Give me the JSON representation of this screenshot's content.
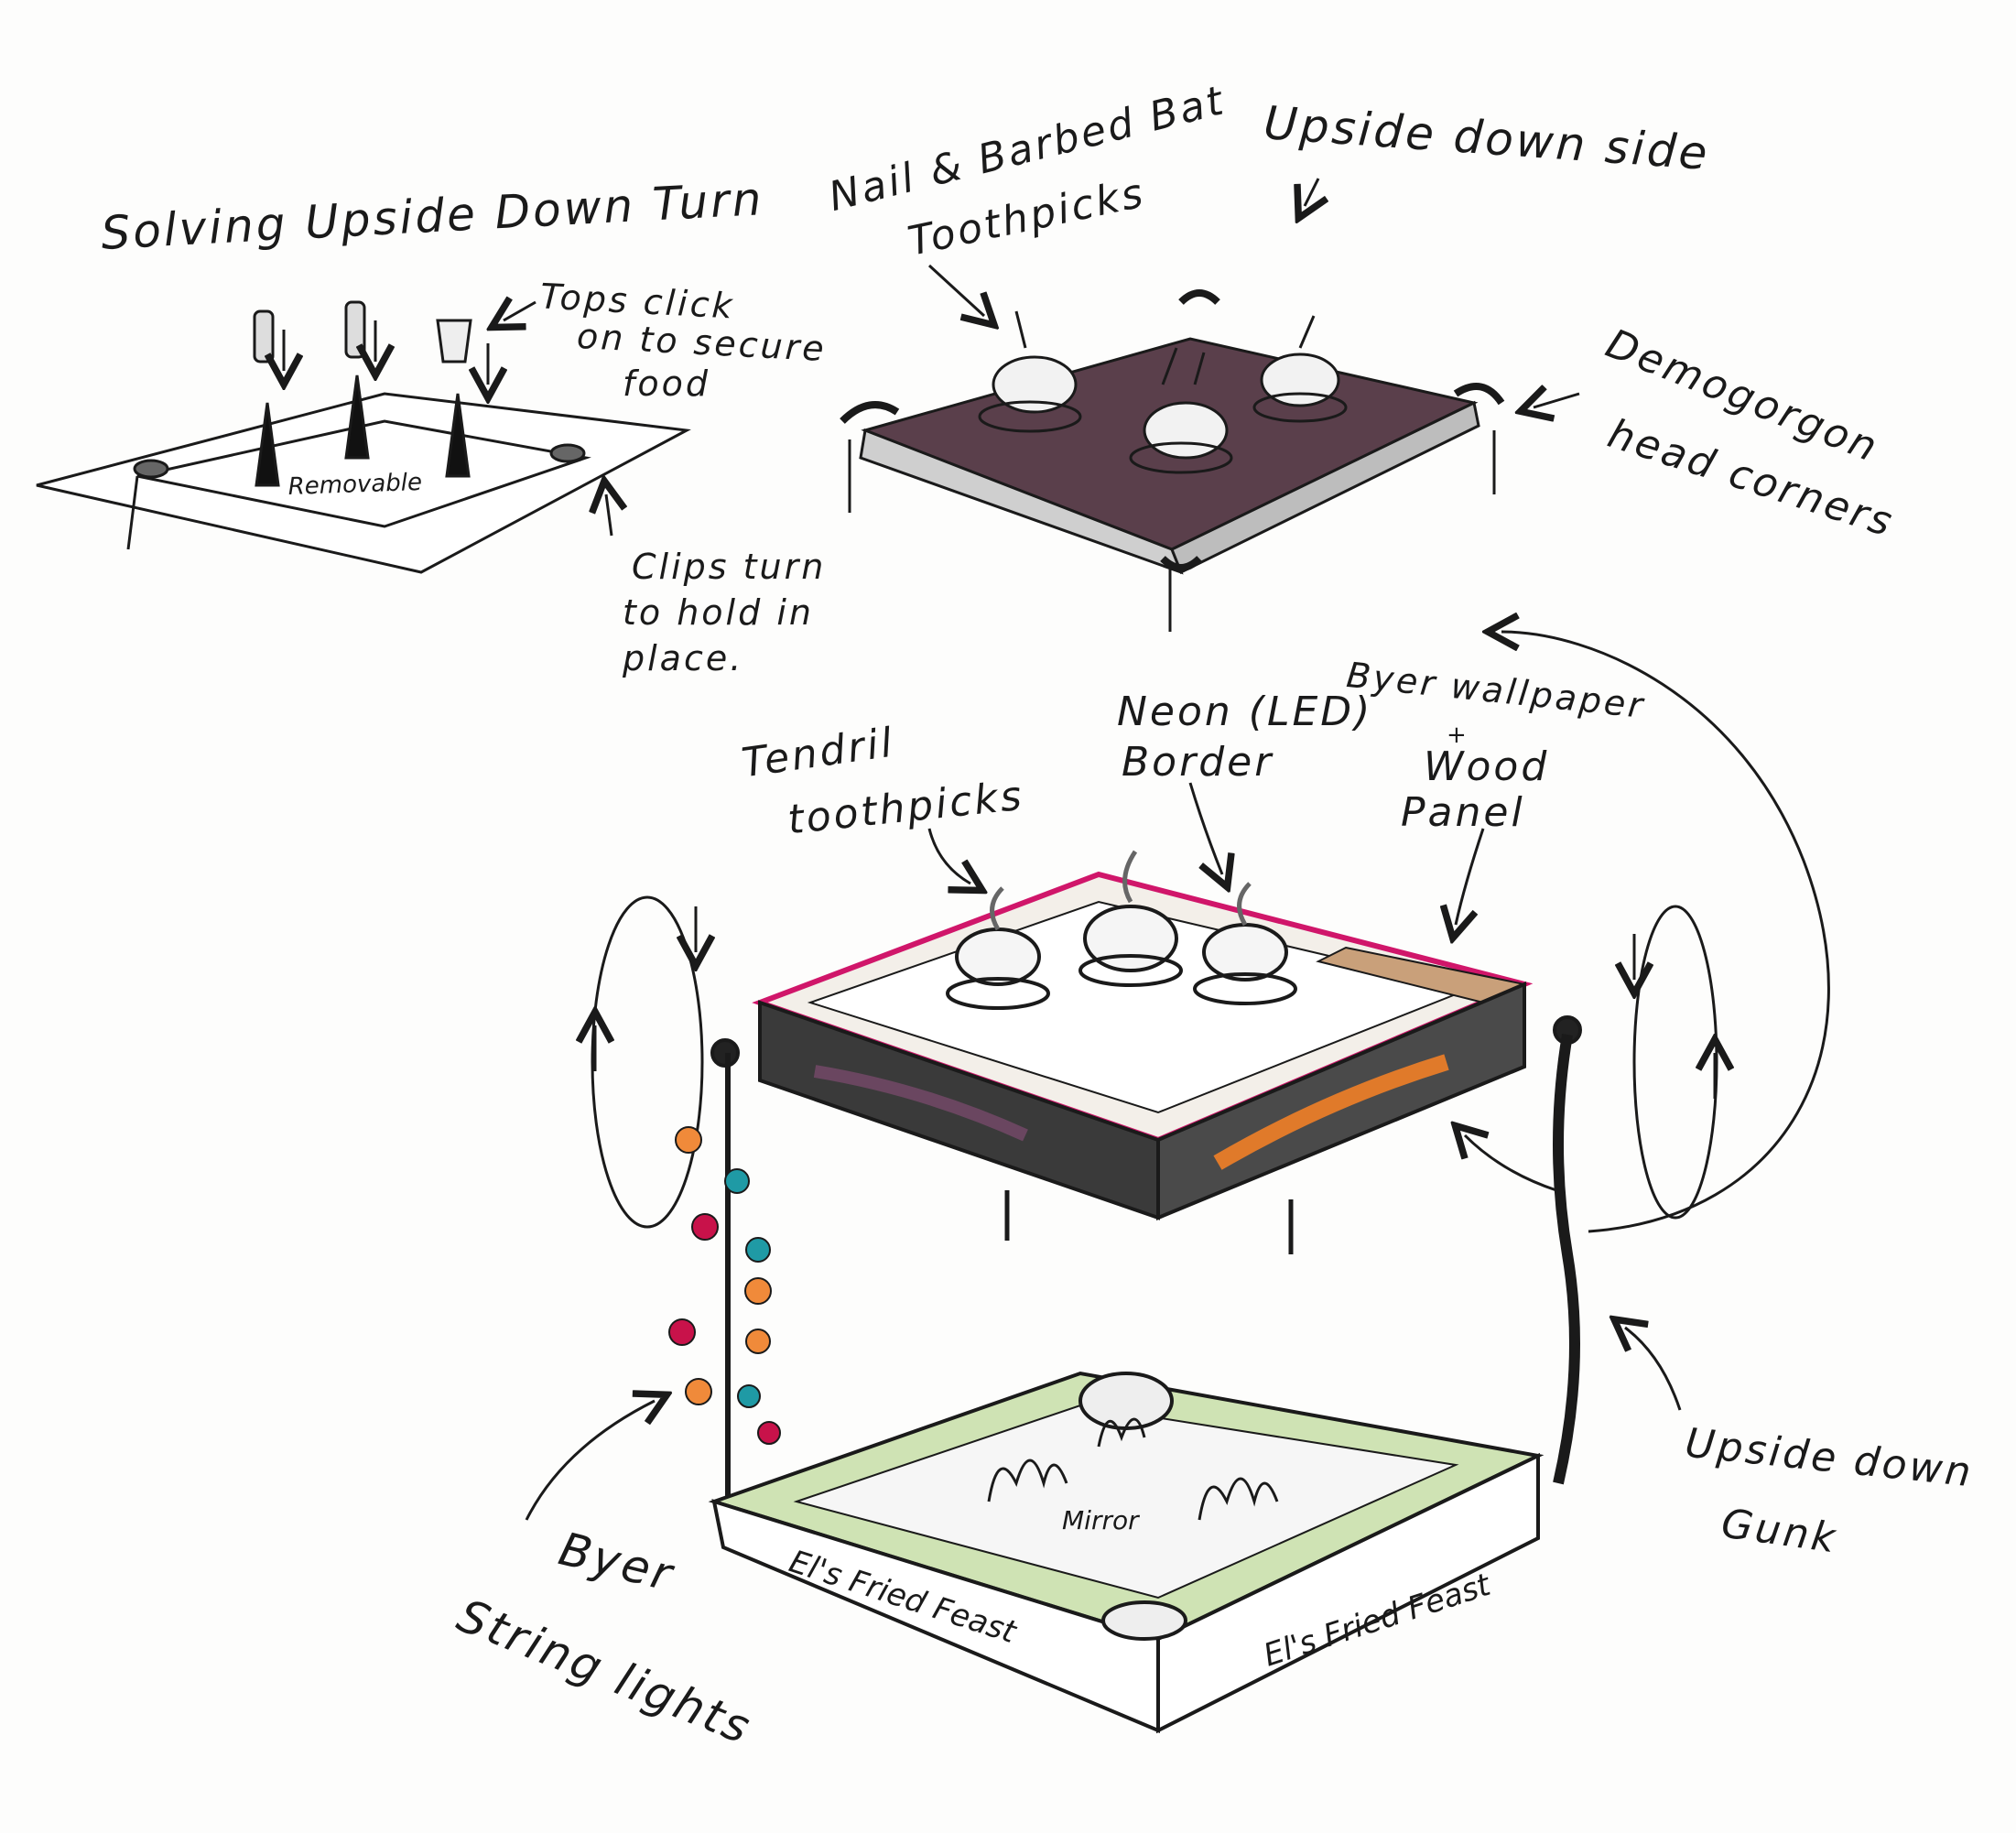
{
  "labels": {
    "solving": "Solving Upside Down Turn",
    "nail_barbed_l1": "Nail & Barbed Bat",
    "nail_barbed_l2": "Toothpicks",
    "upside_down_side": "Upside down side",
    "tops_click_l1": "Tops click",
    "tops_click_l2": "on to secure",
    "tops_click_l3": "food",
    "removable": "Removable",
    "clips_l1": "Clips turn",
    "clips_l2": "to hold in",
    "clips_l3": "place.",
    "demogorgon_l1": "Demogorgon",
    "demogorgon_l2": "head corners",
    "tendril_l1": "Tendril",
    "tendril_l2": "toothpicks",
    "neon_l1": "Neon (LED)",
    "neon_l2": "Border",
    "byer_wall_l1": "Byer wallpaper",
    "byer_wall_l2": "+",
    "byer_wall_l3": "Wood",
    "byer_wall_l4": "Panel",
    "mirror": "Mirror",
    "els_front": "El's Fried Feast",
    "els_side": "El's Fried Feast",
    "gunk_l1": "Upside down",
    "gunk_l2": "Gunk",
    "byer_lights_l1": "Byer",
    "byer_lights_l2": "String lights"
  },
  "colors": {
    "ink": "#1a1a1a",
    "neon_border": "#d0166a",
    "wood_panel": "#c9a07a",
    "upside_down_top": "#5a3f4b",
    "gunk_orange": "#e07a2a",
    "base_green": "#8fbf5a",
    "light_teal": "#1f9aa5",
    "light_orange": "#f08a3a",
    "light_magenta": "#c8124a"
  }
}
